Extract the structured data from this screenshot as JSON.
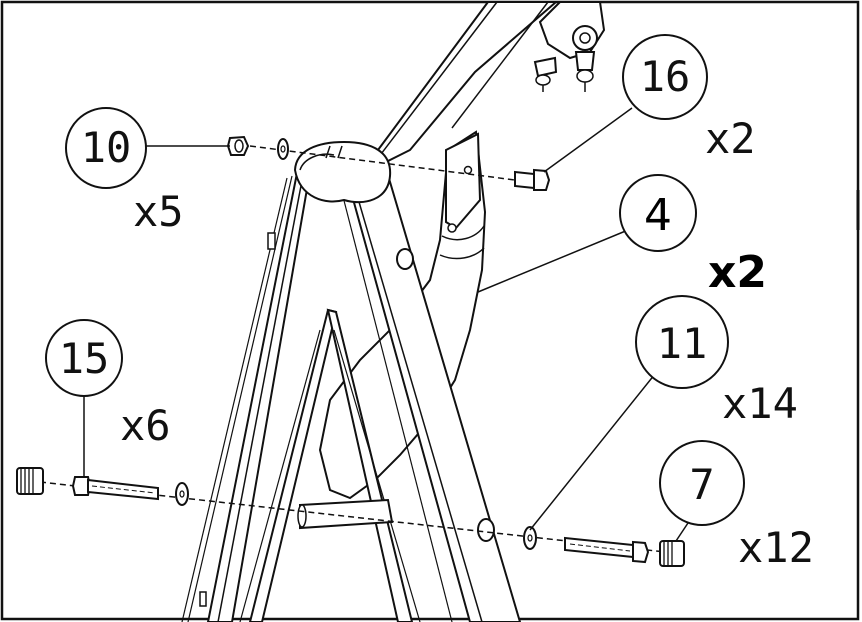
{
  "callouts": [
    {
      "id": "part-10",
      "number": "10",
      "qty": "x5"
    },
    {
      "id": "part-16",
      "number": "16",
      "qty": "x2"
    },
    {
      "id": "part-4",
      "number": "4",
      "qty": "x2"
    },
    {
      "id": "part-15",
      "number": "15",
      "qty": "x6"
    },
    {
      "id": "part-11",
      "number": "11",
      "qty": "x14"
    },
    {
      "id": "part-7",
      "number": "7",
      "qty": "x12"
    }
  ]
}
